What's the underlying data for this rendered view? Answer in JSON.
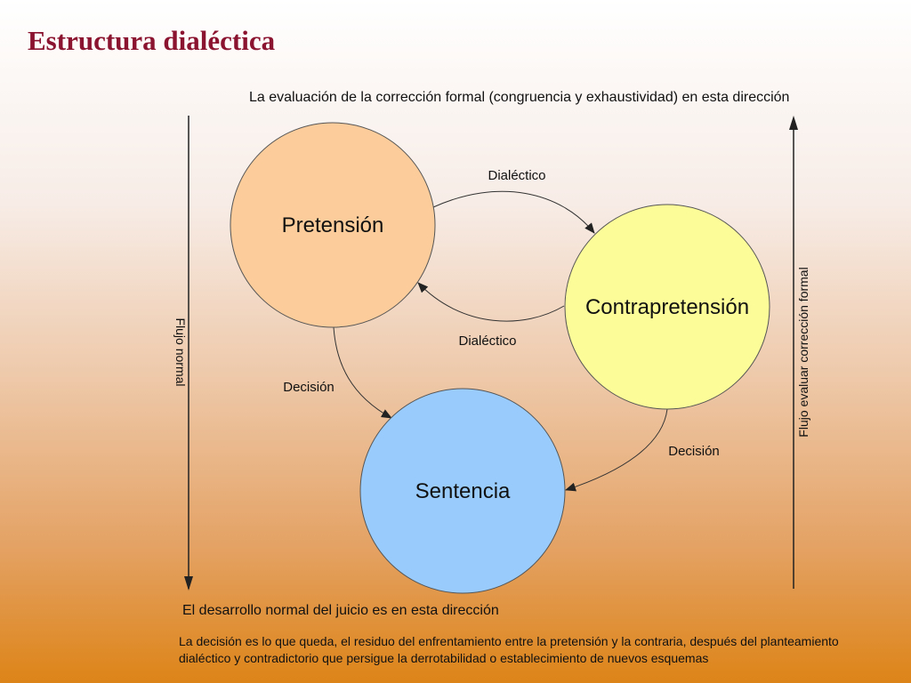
{
  "title": "Estructura dialéctica",
  "top_note": "La evaluación de la corrección formal (congruencia y exhaustividad) en esta dirección",
  "bottom_note": "El desarrollo normal del juicio es en esta dirección",
  "left_axis_label": "Flujo normal",
  "right_axis_label": "Flujo evaluar corrección formal",
  "nodes": {
    "pretension": {
      "label": "Pretensión",
      "color": "#fccc9a"
    },
    "contrapretension": {
      "label": "Contrapretensión",
      "color": "#fcfc98"
    },
    "sentencia": {
      "label": "Sentencia",
      "color": "#99ccfc"
    }
  },
  "edges": {
    "dialectico_top": "Dialéctico",
    "dialectico_bottom": "Dialéctico",
    "decision_left": "Decisión",
    "decision_right": "Decisión"
  },
  "footer": "La decisión es lo que queda, el residuo del enfrentamiento entre la pretensión y la contraria, después del planteamiento dialéctico y contradictorio que persigue la derrotabilidad o establecimiento de nuevos esquemas"
}
